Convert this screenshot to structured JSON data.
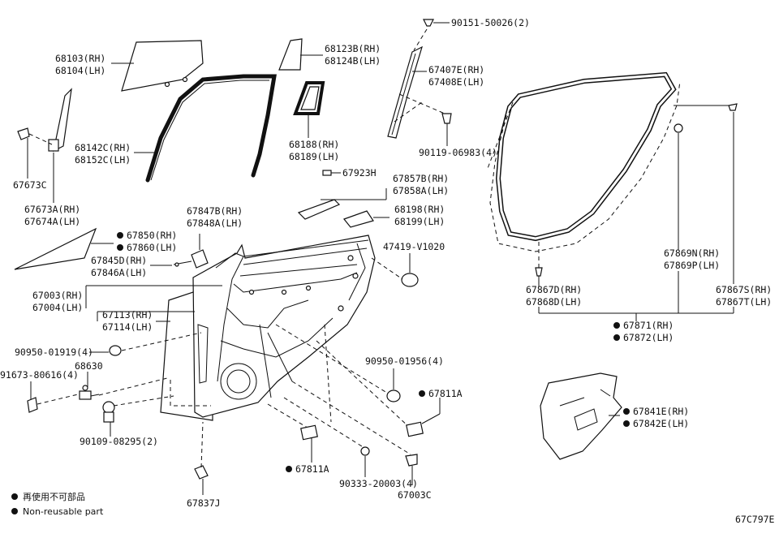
{
  "labels": {
    "l90151": "90151-50026(2)",
    "l68103": "68103(RH)",
    "l68104": "68104(LH)",
    "l68123": "68123B(RH)",
    "l68124": "68124B(LH)",
    "l67407": "67407E(RH)",
    "l67408": "67408E(LH)",
    "l90119": "90119-06983(4)",
    "l68142": "68142C(RH)",
    "l68152": "68152C(LH)",
    "l68188": "68188(RH)",
    "l68189": "68189(LH)",
    "l67673c": "67673C",
    "l67673a": "67673A(RH)",
    "l67674a": "67674A(LH)",
    "l67923": "67923H",
    "l67857": "67857B(RH)",
    "l67858": "67858A(LH)",
    "l67847": "67847B(RH)",
    "l67848": "67848A(LH)",
    "l68198": "68198(RH)",
    "l68199": "68199(LH)",
    "l67850": "67850(RH)",
    "l67860": "67860(LH)",
    "l67845": "67845D(RH)",
    "l67846": "67846A(LH)",
    "l47419": "47419-V1020",
    "l67003": "67003(RH)",
    "l67004": "67004(LH)",
    "l67113": "67113(RH)",
    "l67114": "67114(LH)",
    "l90950a": "90950-01919(4)",
    "l68630": "68630",
    "l91673": "91673-80616(4)",
    "l90109": "90109-08295(2)",
    "l90950b": "90950-01956(4)",
    "l67811a1": "67811A",
    "l67811a2": "67811A",
    "l90333": "90333-20003(4)",
    "l67003c": "67003C",
    "l67837": "67837J",
    "l67869n": "67869N(RH)",
    "l67869p": "67869P(LH)",
    "l67867d": "67867D(RH)",
    "l67868d": "67868D(LH)",
    "l67867s": "67867S(RH)",
    "l67867t": "67867T(LH)",
    "l67871": "67871(RH)",
    "l67872": "67872(LH)",
    "l67841": "67841E(RH)",
    "l67842": "67842E(LH)",
    "code": "67C797E"
  },
  "legend": {
    "line1": "再使用不可部品",
    "line2": "Non-reusable part"
  }
}
